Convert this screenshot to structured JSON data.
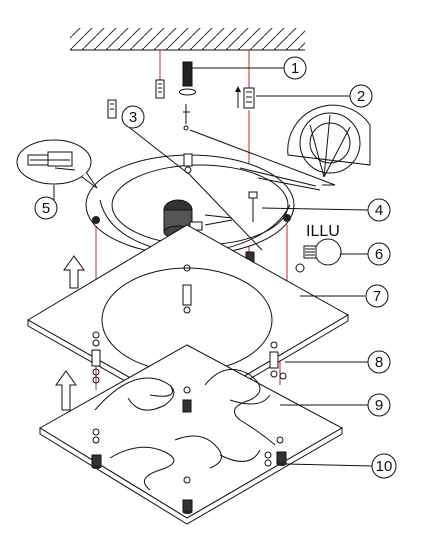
{
  "diagram": {
    "illu_label": "ILLU",
    "callouts": [
      "1",
      "2",
      "3",
      "4",
      "5",
      "6",
      "7",
      "8",
      "9",
      "10"
    ]
  }
}
